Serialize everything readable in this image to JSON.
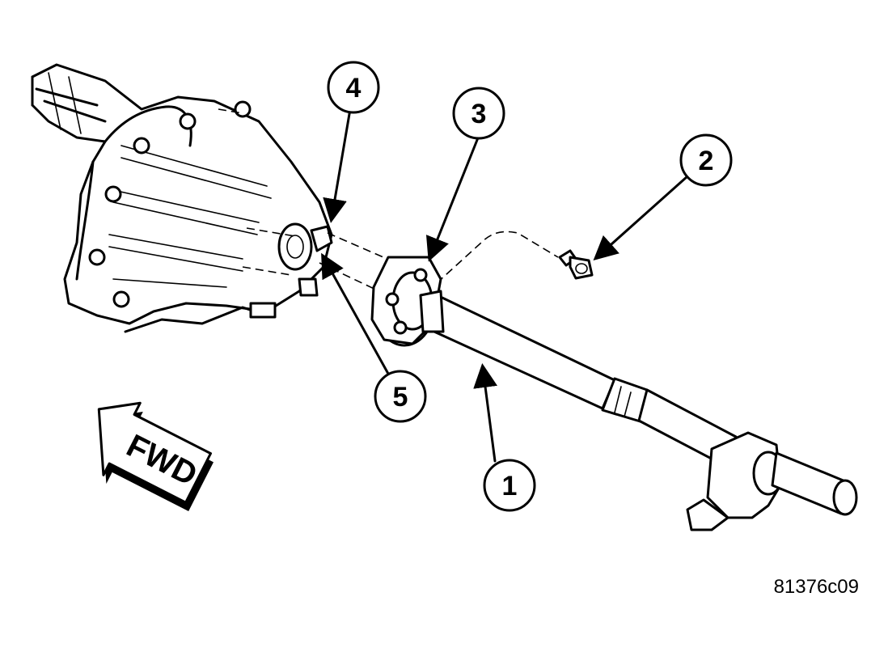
{
  "figure_id": "81376c09",
  "direction_label": "FWD",
  "callouts": [
    {
      "number": "1",
      "icon": "arrow"
    },
    {
      "number": "2",
      "icon": "arrow"
    },
    {
      "number": "3",
      "icon": "arrow"
    },
    {
      "number": "4",
      "icon": "arrow"
    },
    {
      "number": "5",
      "icon": "arrow"
    }
  ]
}
